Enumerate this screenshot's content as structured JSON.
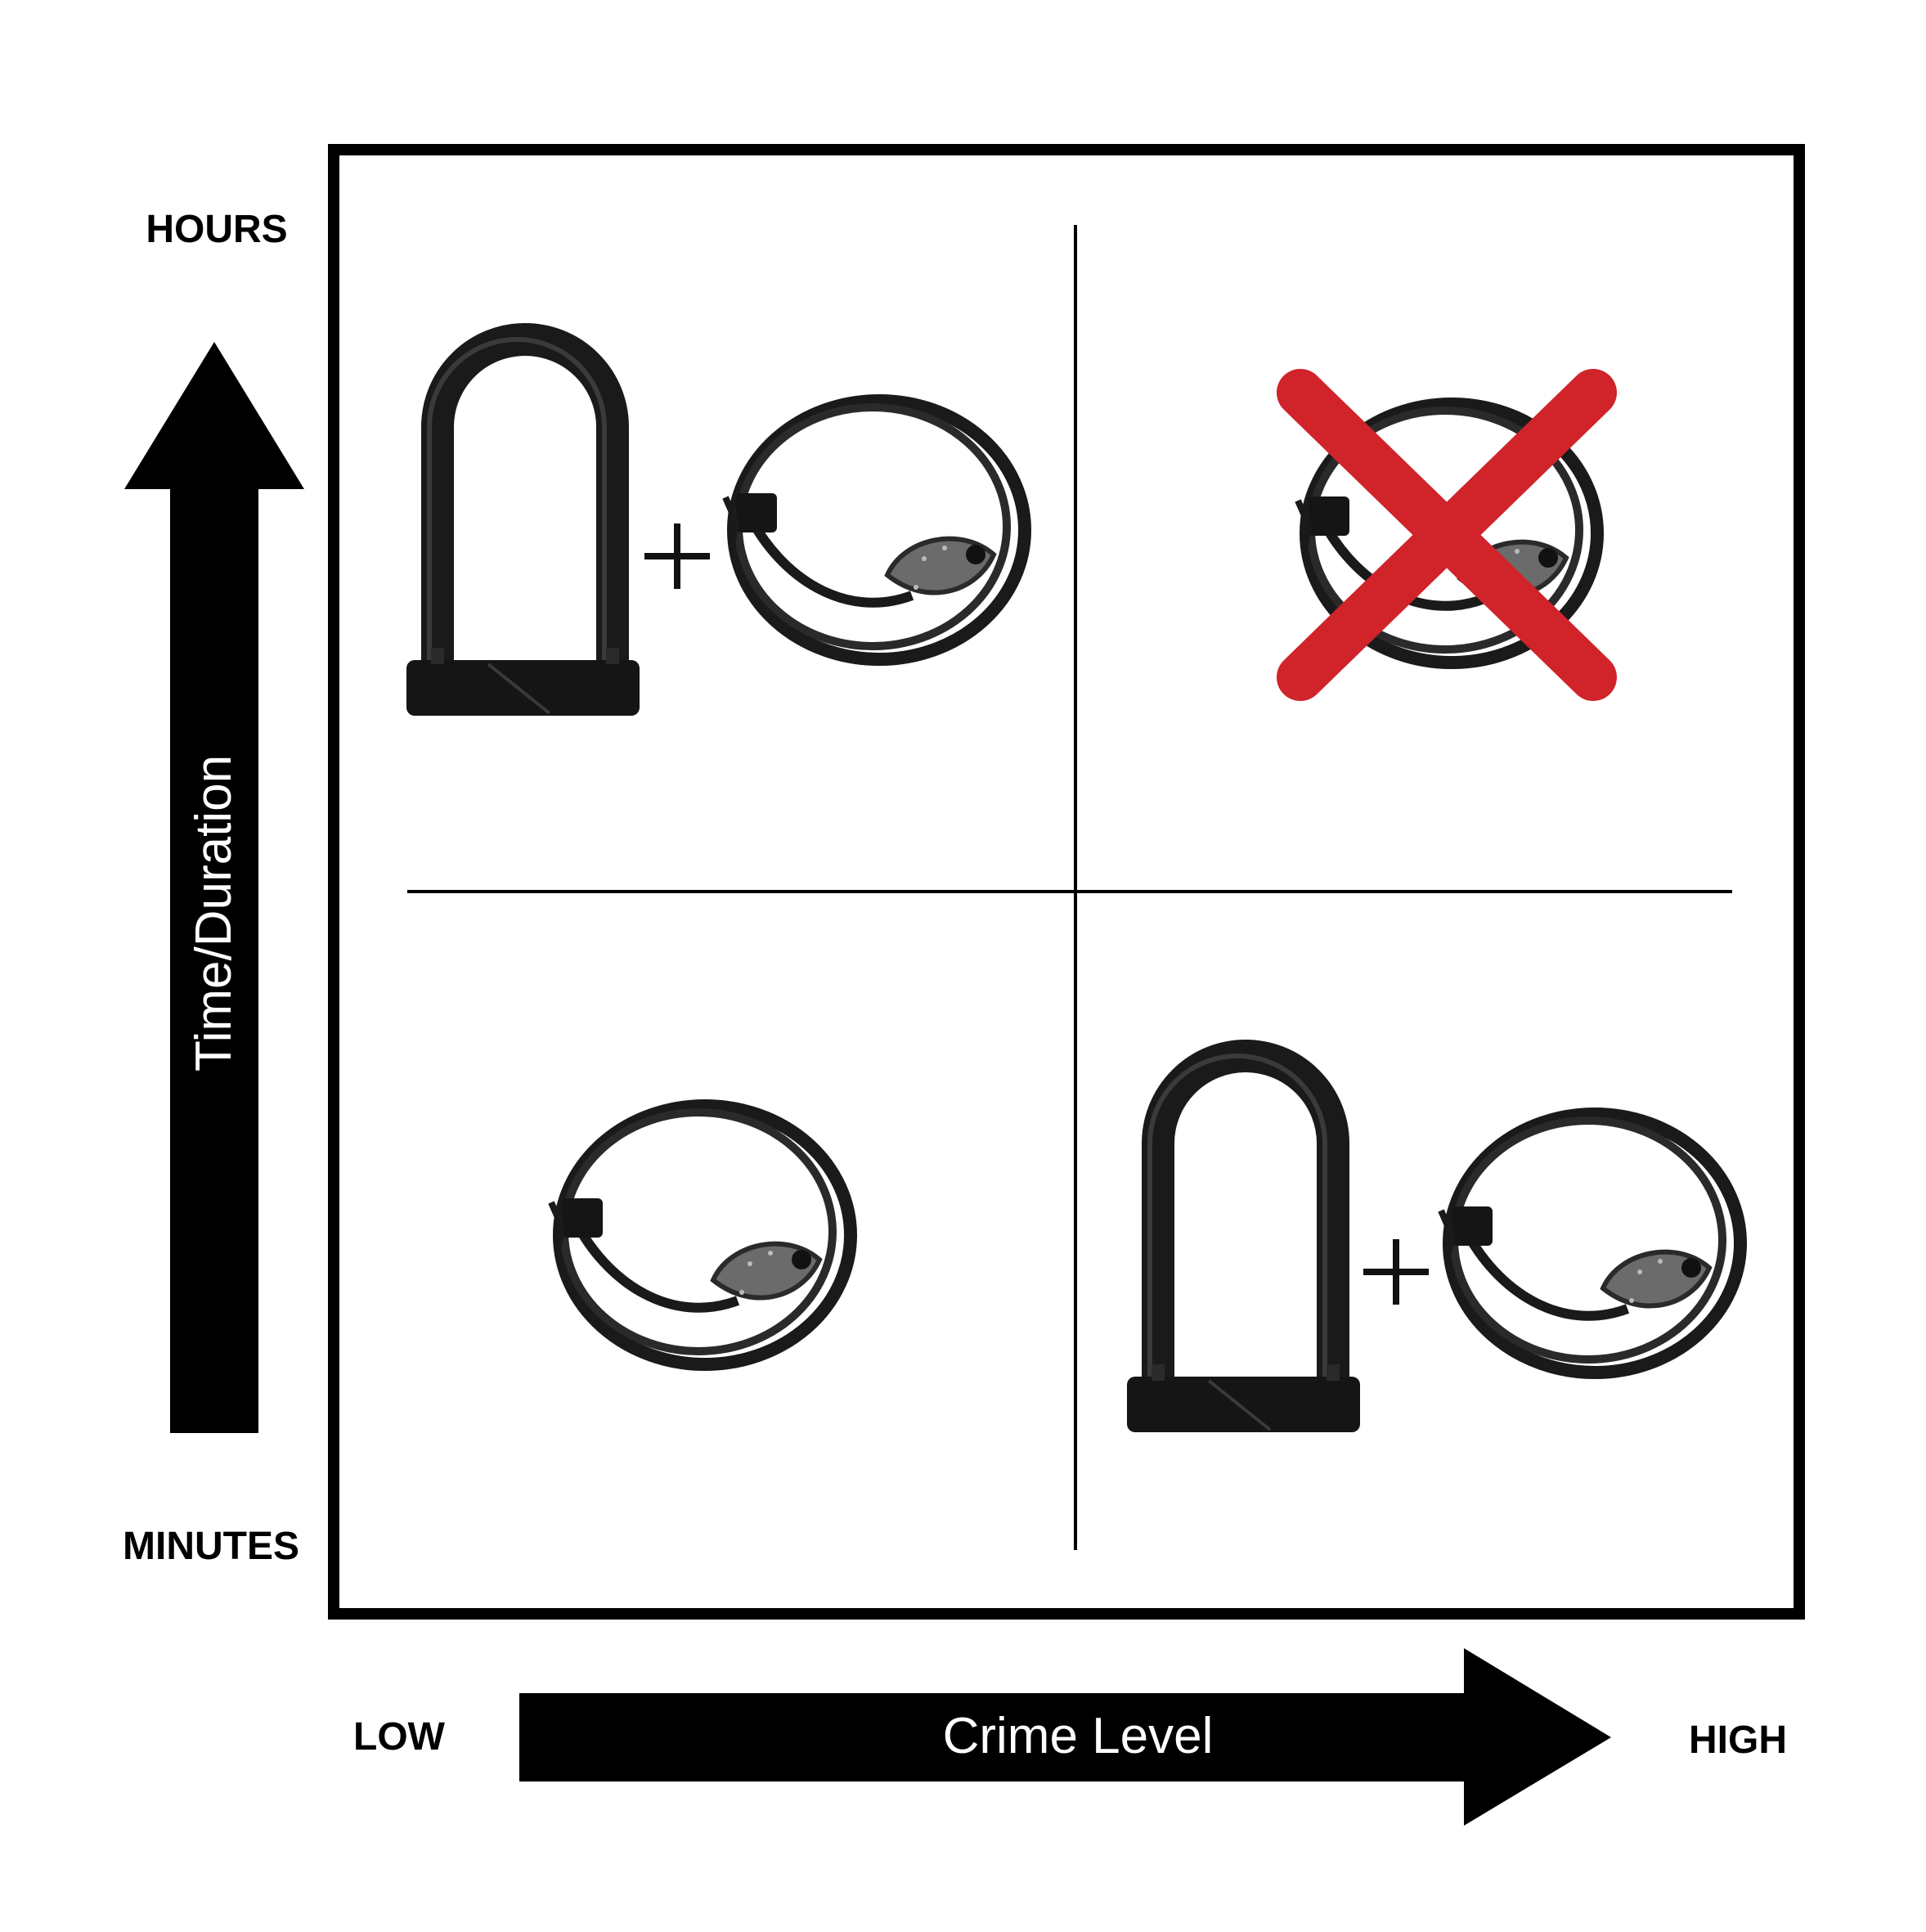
{
  "y_axis": {
    "title": "Time/Duration",
    "top_label": "HOURS",
    "bottom_label": "MINUTES"
  },
  "x_axis": {
    "title": "Crime Level",
    "left_label": "LOW",
    "right_label": "HIGH"
  },
  "quadrants": {
    "top_left": {
      "items": [
        "u-lock-icon",
        "plus-icon",
        "cable-lock-icon"
      ]
    },
    "top_right": {
      "items": [
        "cable-lock-icon",
        "x-mark-icon"
      ]
    },
    "bottom_left": {
      "items": [
        "cable-lock-icon"
      ]
    },
    "bottom_right": {
      "items": [
        "u-lock-icon",
        "plus-icon",
        "cable-lock-icon"
      ]
    }
  },
  "colors": {
    "lock": "#1a1a1a",
    "lock_body": "#6b6b6b",
    "x_mark": "#d0232a",
    "axis": "#000000"
  }
}
